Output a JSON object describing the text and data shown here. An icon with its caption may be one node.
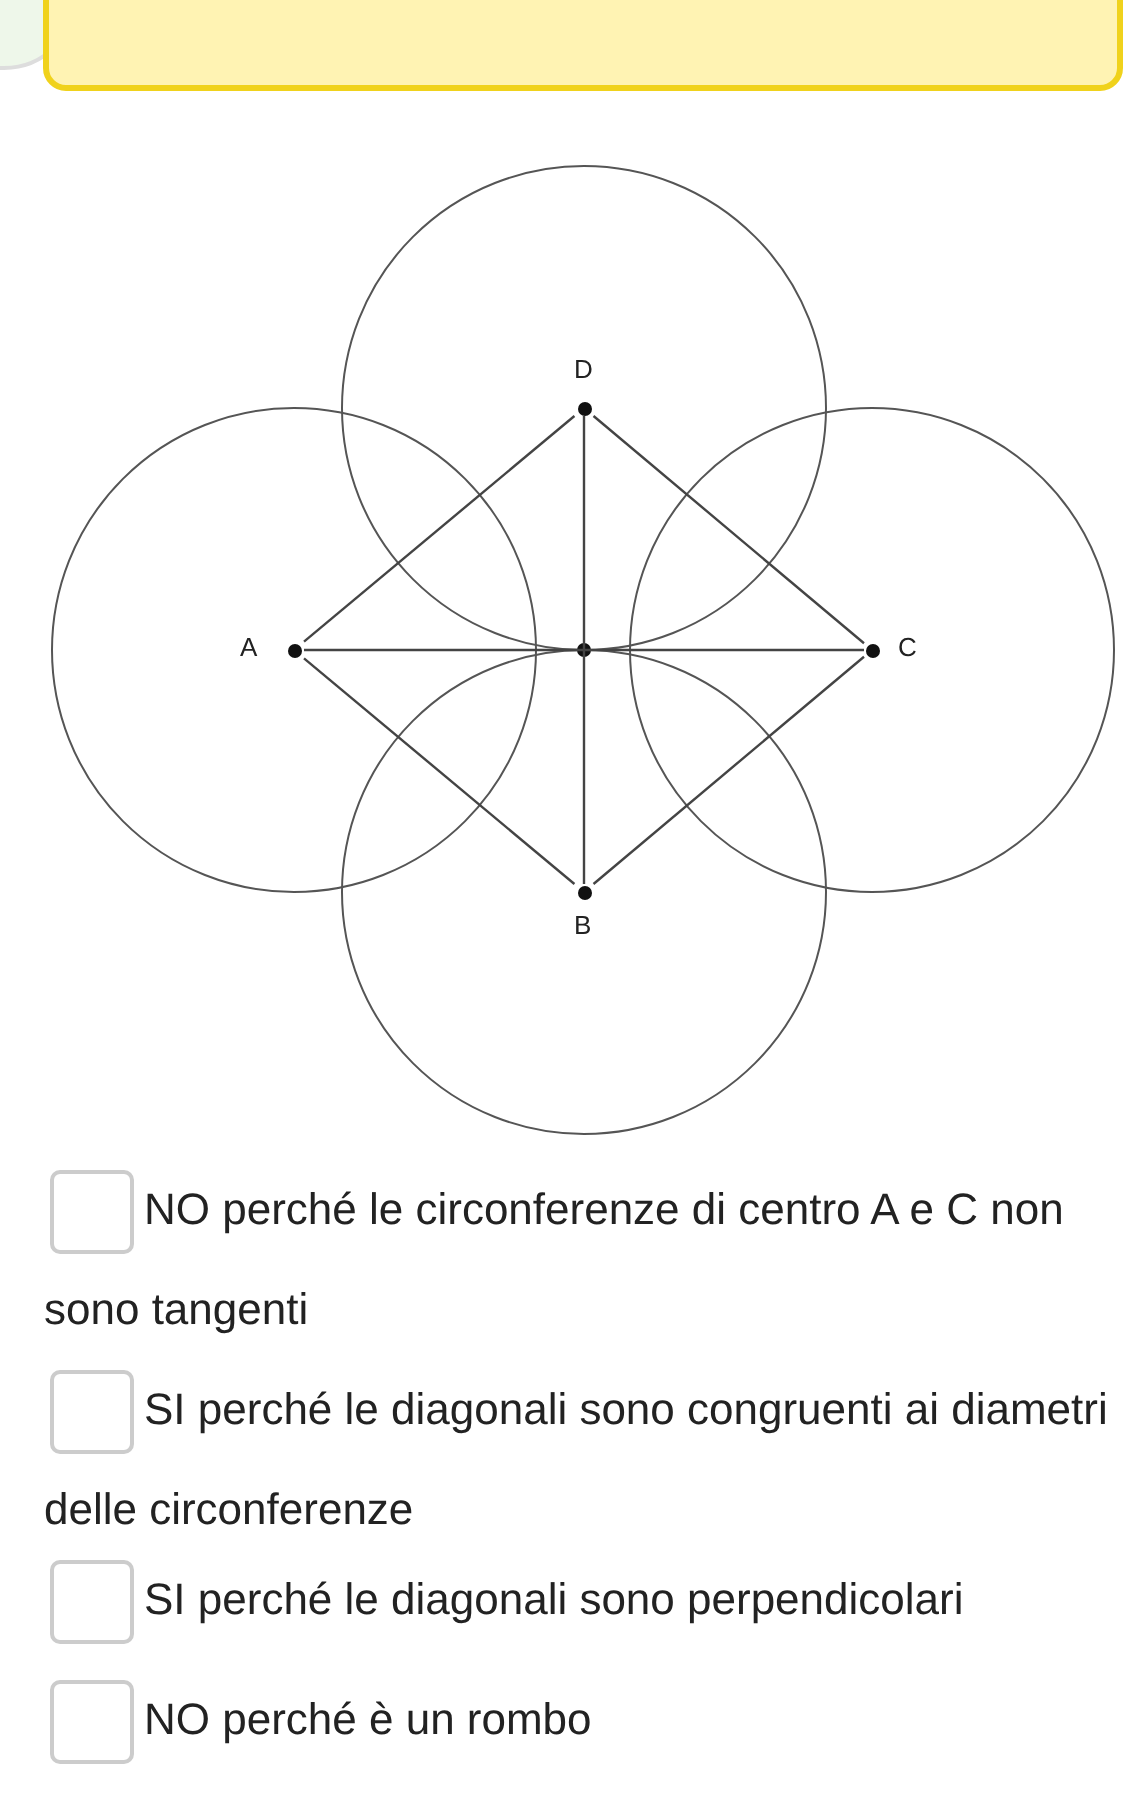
{
  "diagram": {
    "nodes": [
      {
        "text": [
          "D"
        ]
      },
      {
        "text": [
          "A"
        ]
      },
      {
        "text": [
          "C"
        ]
      },
      {
        "text": [
          "B"
        ]
      }
    ],
    "edges": [
      {
        "from": 1,
        "to": 2,
        "arrow": "none"
      },
      {
        "from": 0,
        "to": 3,
        "arrow": "none"
      },
      {
        "from": 1,
        "to": 0,
        "arrow": "none"
      },
      {
        "from": 0,
        "to": 2,
        "arrow": "none"
      },
      {
        "from": 2,
        "to": 3,
        "arrow": "none"
      },
      {
        "from": 3,
        "to": 1,
        "arrow": "none"
      }
    ],
    "labels": [
      "NO perché le circonferenze di centro A e C non sono tangenti",
      "SI perché le diagonali sono congruenti ai diametri delle circonferenze",
      "SI perché le diagonali sono perpendicolari",
      "NO perché è un rombo"
    ]
  }
}
